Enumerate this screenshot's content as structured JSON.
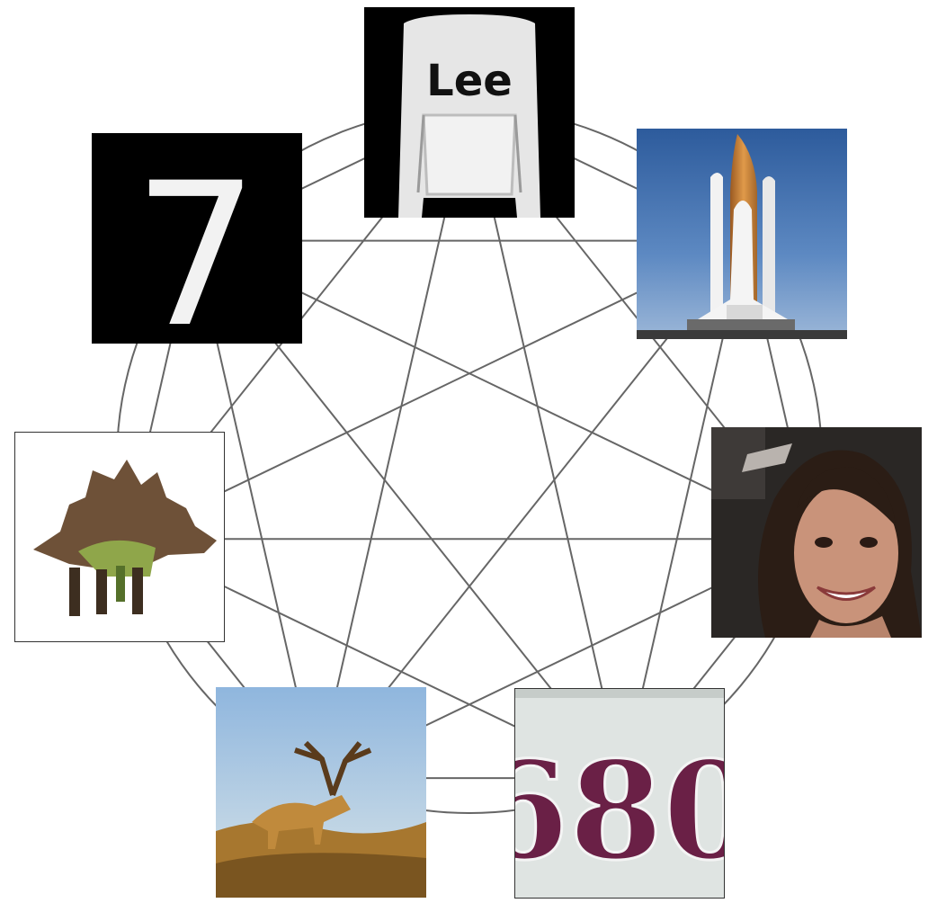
{
  "diagram": {
    "nodes": [
      {
        "id": "tshirt",
        "content": "fashion-shirt-image",
        "caption": "Lee"
      },
      {
        "id": "shuttle",
        "content": "space-shuttle-image"
      },
      {
        "id": "face",
        "content": "celebrity-face-image"
      },
      {
        "id": "house_number",
        "content": "street-view-number-image",
        "caption": "680"
      },
      {
        "id": "deer",
        "content": "deer-image"
      },
      {
        "id": "stegosaurus",
        "content": "stegosaurus-image"
      },
      {
        "id": "digit",
        "content": "handwritten-digit-image",
        "caption": "7"
      }
    ],
    "edges": "complete-graph",
    "colors": {
      "edge": "#666666",
      "background": "#ffffff"
    }
  }
}
